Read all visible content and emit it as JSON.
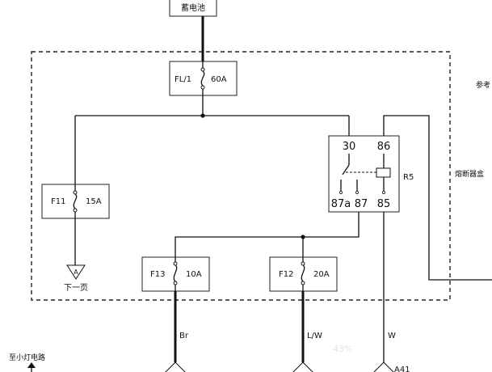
{
  "battery": {
    "label": "蓄电池"
  },
  "main_fuse": {
    "name": "FL/1",
    "rating": "60A"
  },
  "fuses": [
    {
      "name": "F11",
      "rating": "15A"
    },
    {
      "name": "F13",
      "rating": "10A"
    },
    {
      "name": "F12",
      "rating": "20A"
    }
  ],
  "relay": {
    "name": "R5",
    "pin_30": "30",
    "pin_86": "86",
    "pin_87a": "87a",
    "pin_87": "87",
    "pin_85": "85"
  },
  "fuse_box_label": "熔断器盒",
  "reference_label": "参考",
  "connector_a": {
    "letter": "A",
    "caption": "下一页"
  },
  "wires": {
    "f13": "Br",
    "f12": "L/W",
    "relay": "W"
  },
  "connector_ref": "A41",
  "side_note": "至小灯电路",
  "watermark": "43%"
}
